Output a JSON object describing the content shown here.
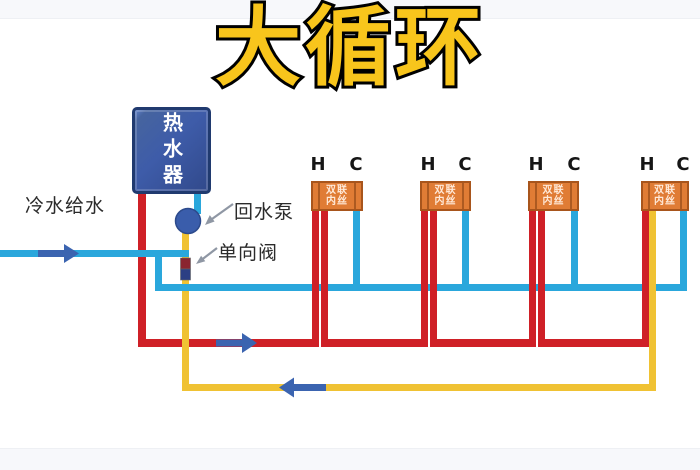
{
  "title": "大循环",
  "labels": {
    "cold_supply": "冷水给水",
    "return_pump": "回水泵",
    "check_valve": "单向阀",
    "heater": "热水器"
  },
  "fixture": {
    "name_line1": "双联",
    "name_line2": "内丝",
    "hot_port": "H",
    "cold_port": "C",
    "count": 4
  },
  "colors": {
    "hot": "#cf2027",
    "cold": "#2aa7dc",
    "ret": "#f0c233",
    "arrow": "#3b64b0",
    "pump": "#3a5dab",
    "pointer": "#8f97a4",
    "fixture": "#e07c35",
    "fixture_border": "#a8551c",
    "heater": "#3e5ca9",
    "heater_border": "#203a6f",
    "title": "#f8c51c",
    "valve_top": "#8a2430",
    "valve_bottom": "#2c3f84",
    "text": "#2b2b2b",
    "band": "#f7f8fb"
  }
}
